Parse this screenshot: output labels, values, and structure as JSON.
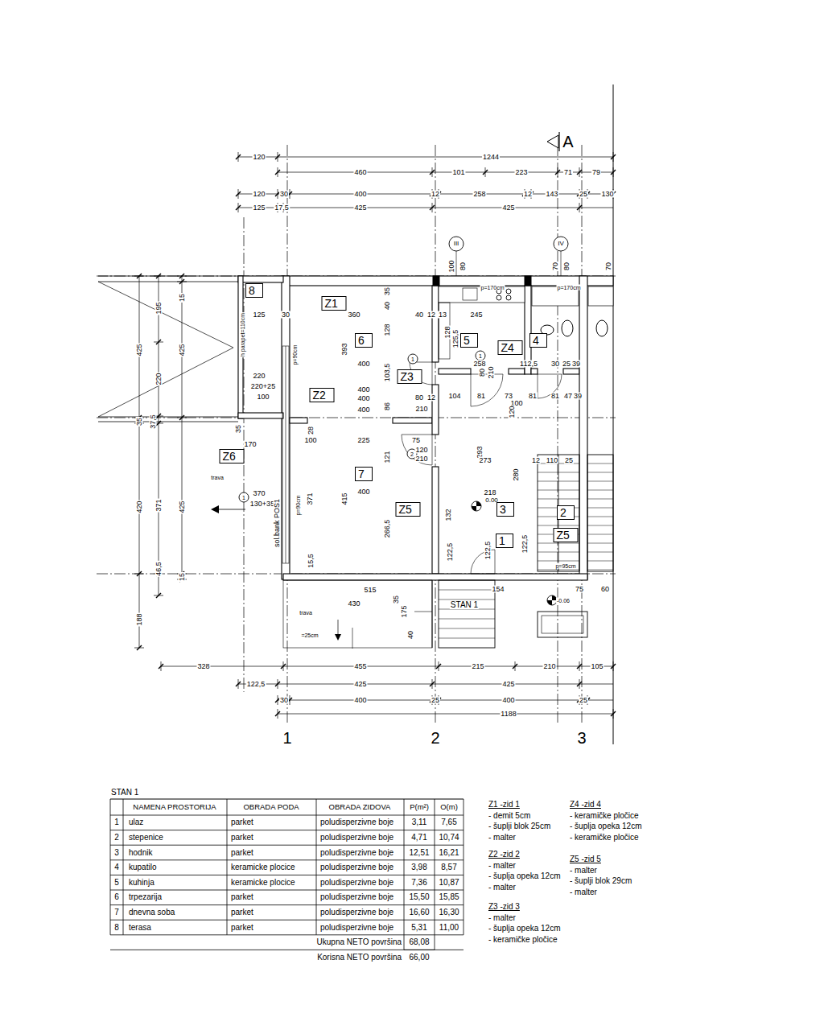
{
  "diagram": {
    "nodes": [
      {
        "text": [
          "8"
        ]
      },
      {
        "text": [
          "Z1"
        ]
      },
      {
        "text": [
          "6"
        ]
      },
      {
        "text": [
          "5"
        ]
      },
      {
        "text": [
          "Z4"
        ]
      },
      {
        "text": [
          "4"
        ]
      },
      {
        "text": [
          "Z3"
        ]
      },
      {
        "text": [
          "Z2"
        ]
      },
      {
        "text": [
          "Z6"
        ]
      },
      {
        "text": [
          "7"
        ]
      },
      {
        "text": [
          "Z5"
        ]
      },
      {
        "text": [
          "3"
        ]
      },
      {
        "text": [
          "2"
        ]
      },
      {
        "text": [
          "1"
        ]
      },
      {
        "text": [
          "Z5"
        ]
      }
    ],
    "labels": [
      "A",
      "120",
      "1244",
      "460",
      "101",
      "223",
      "71",
      "79",
      "120",
      "30",
      "400",
      "12",
      "258",
      "12",
      "143",
      "25",
      "130",
      "125",
      "17,5",
      "425",
      "425",
      "III",
      "100",
      "80",
      "IV",
      "70",
      "80",
      "70",
      "15",
      "425",
      "195",
      "425",
      "220",
      "35",
      "37,5",
      "420",
      "371",
      "425",
      "46,5",
      "15",
      "188",
      "125",
      "30",
      "360",
      "35",
      "40",
      "128",
      "393",
      "400",
      "103,5",
      "h parapet=110cm",
      "p=90cm",
      "220",
      "220+25",
      "100",
      "400",
      "400",
      "400",
      "86",
      "35",
      "28",
      "100",
      "170",
      "225",
      "121",
      "400",
      "415",
      "371",
      "370",
      "130+35",
      "266,5",
      "15,5",
      "trava",
      "sol.bank POS1",
      "p=90cm",
      "p=170cm",
      "p=170cm",
      "40",
      "12",
      "13",
      "245",
      "128",
      "125,5",
      "258",
      "112,5",
      "30",
      "25",
      "39",
      "104",
      "81",
      "73",
      "100",
      "81",
      "81",
      "47",
      "39",
      "80",
      "12",
      "210",
      "120",
      "80",
      "210",
      "120",
      "210",
      "75",
      "293",
      "273",
      "218",
      "280",
      "0.00",
      "132",
      "122,5",
      "122,5",
      "122,5",
      "12",
      "110",
      "25",
      "p=95cm",
      "STAN 1",
      "154",
      "75",
      "60",
      "-0.06",
      "515",
      "430",
      "trava",
      "35",
      "175",
      "40",
      "=25cm",
      "328",
      "455",
      "215",
      "210",
      "105",
      "122,5",
      "425",
      "425",
      "30",
      "400",
      "25",
      "400",
      "25",
      "1188",
      "1",
      "2",
      "3",
      "1",
      "2",
      "1",
      "1",
      "STAN 1",
      "NAMENA PROSTORIJA",
      "OBRADA PODA",
      "OBRADA ZIDOVA",
      "P(m²)",
      "O(m)",
      "1",
      "ulaz",
      "parket",
      "poludisperzivne boje",
      "3,11",
      "7,65",
      "2",
      "stepenice",
      "parket",
      "poludisperzivne boje",
      "4,71",
      "10,74",
      "3",
      "hodnik",
      "parket",
      "poludisperzivne boje",
      "12,51",
      "16,21",
      "4",
      "kupatilo",
      "keramicke plocice",
      "poludisperzivne boje",
      "3,98",
      "8,57",
      "5",
      "kuhinja",
      "keramicke plocice",
      "poludisperzivne boje",
      "7,36",
      "10,87",
      "6",
      "trpezarija",
      "parket",
      "poludisperzivne boje",
      "15,50",
      "15,85",
      "7",
      "dnevna soba",
      "parket",
      "poludisperzivne boje",
      "16,60",
      "16,30",
      "8",
      "terasa",
      "parket",
      "poludisperzivne boje",
      "5,31",
      "11,00",
      "Ukupna NETO površina",
      "68,08",
      "Korisna NETO površina",
      "66,00",
      "Z1 -zid 1",
      "- demit 5cm",
      "- šuplji blok 25cm",
      "- malter",
      "Z2 -zid 2",
      "- malter",
      "- šuplja opeka 12cm",
      "- malter",
      "Z3 -zid 3",
      "- malter",
      "- šuplja opeka 12cm",
      "- keramičke pločice",
      "Z4 -zid 4",
      "- keramičke pločice",
      "- šuplja opeka 12cm",
      "- keramičke pločice",
      "Z5 -zid 5",
      "- malter",
      "- šuplji blok 29cm",
      "- malter"
    ]
  }
}
